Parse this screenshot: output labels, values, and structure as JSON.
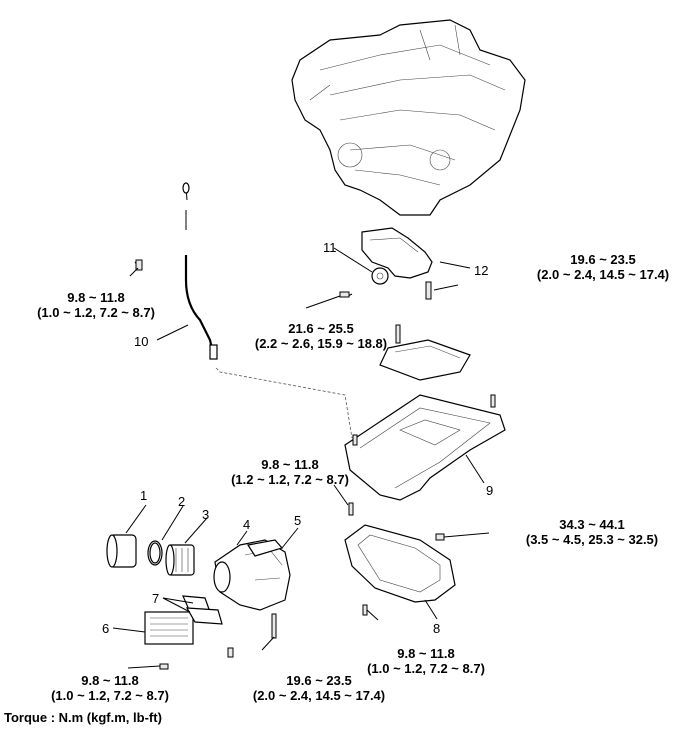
{
  "callouts": {
    "c1": "1",
    "c2": "2",
    "c3": "3",
    "c4": "4",
    "c5": "5",
    "c6": "6",
    "c7": "7",
    "c8": "8",
    "c9": "9",
    "c10": "10",
    "c11": "11",
    "c12": "12"
  },
  "torques": {
    "t_dipstick": {
      "line1": "9.8 ~ 11.8",
      "line2": "(1.0 ~ 1.2, 7.2 ~ 8.7)"
    },
    "t_pump_bolt": {
      "line1": "21.6 ~ 25.5",
      "line2": "(2.2 ~ 2.6, 15.9 ~ 18.8)"
    },
    "t_pump_right": {
      "line1": "19.6 ~ 23.5",
      "line2": "(2.0 ~ 2.4, 14.5 ~ 17.4)"
    },
    "t_upper_pan": {
      "line1": "9.8 ~ 11.8",
      "line2": "(1.2 ~ 1.2, 7.2 ~ 8.7)"
    },
    "t_drain_plug": {
      "line1": "34.3 ~ 44.1",
      "line2": "(3.5 ~ 4.5, 25.3 ~ 32.5)"
    },
    "t_lower_pan": {
      "line1": "9.8 ~ 11.8",
      "line2": "(1.0 ~ 1.2, 7.2 ~ 8.7)"
    },
    "t_filter_housing": {
      "line1": "19.6 ~ 23.5",
      "line2": "(2.0 ~ 2.4, 14.5 ~ 17.4)"
    },
    "t_cooler": {
      "line1": "9.8 ~ 11.8",
      "line2": "(1.0 ~ 1.2, 7.2 ~ 8.7)"
    }
  },
  "footer": {
    "torque_unit": "Torque : N.m (kgf.m, lb-ft)"
  }
}
